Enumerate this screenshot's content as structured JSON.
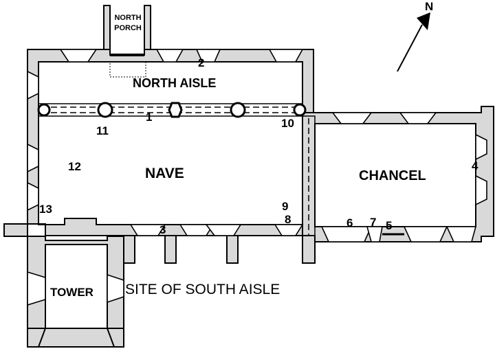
{
  "north": "N",
  "rooms": {
    "north_porch_line1": "NORTH",
    "north_porch_line2": "PORCH",
    "north_aisle": "NORTH AISLE",
    "nave": "NAVE",
    "chancel": "CHANCEL",
    "tower": "TOWER",
    "south_aisle_site": "SITE OF SOUTH AISLE"
  },
  "markers": {
    "m1": "1",
    "m2": "2",
    "m3": "3",
    "m4": "4",
    "m5": "5",
    "m6": "6",
    "m7": "7",
    "m8": "8",
    "m9": "9",
    "m10": "10",
    "m11": "11",
    "m12": "12",
    "m13": "13"
  },
  "colors": {
    "wall_fill": "#d9d9d9",
    "ink": "#000000"
  }
}
